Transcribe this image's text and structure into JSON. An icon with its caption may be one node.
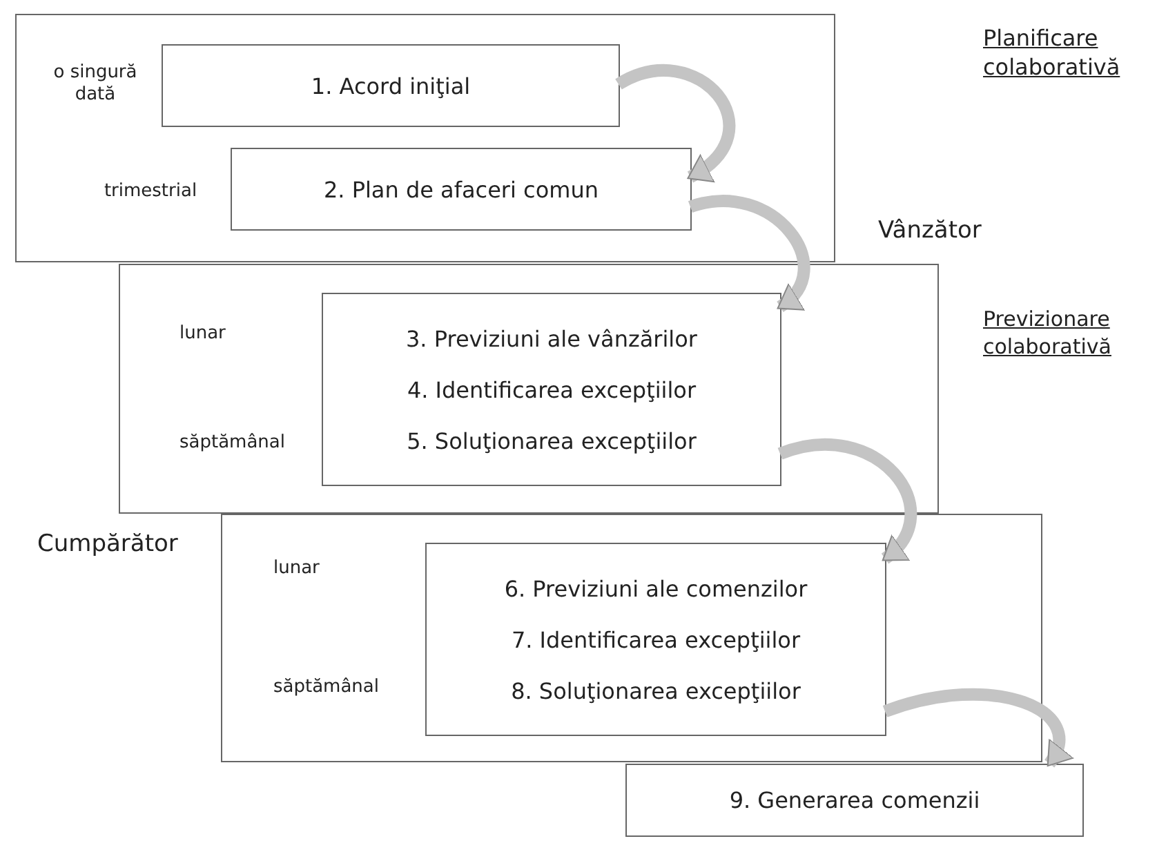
{
  "diagram": {
    "nodes": [
      {
        "text": [],
        "shape": "box"
      },
      {
        "text": [
          "1. Acord iniţial"
        ],
        "in": 0,
        "beside": [
          "o singură dată"
        ]
      },
      {
        "text": [
          "2. Plan de afaceri comun"
        ],
        "in": 0,
        "beside": [
          "trimestrial"
        ]
      },
      {
        "text": [],
        "shape": "box"
      },
      {
        "text": [
          "3. Previziuni ale vânzărilor",
          "4. Identificarea excepţiilor",
          "5. Soluţionarea excepţiilor"
        ],
        "in": 3
      },
      {
        "text": [],
        "shape": "box"
      },
      {
        "text": [
          "6. Previziuni ale comenzilor",
          "7. Identificarea excepţiilor",
          "8. Soluţionarea excepţiilor"
        ],
        "in": 5
      },
      {
        "text": [
          "9. Generarea comenzii"
        ]
      }
    ],
    "edges": [
      {
        "from": 1,
        "to": 2,
        "arrow": "to"
      },
      {
        "from": 2,
        "to": 4,
        "arrow": "to"
      },
      {
        "from": 4,
        "to": 6,
        "arrow": "to"
      },
      {
        "from": 6,
        "to": 7,
        "arrow": "to"
      }
    ],
    "labels": [
      "Planificare colaborativă",
      "Vânzător",
      "Previzionare colaborativă",
      "lunar",
      "săptămânal",
      "Cumpărător",
      "lunar",
      "săptămânal"
    ]
  }
}
